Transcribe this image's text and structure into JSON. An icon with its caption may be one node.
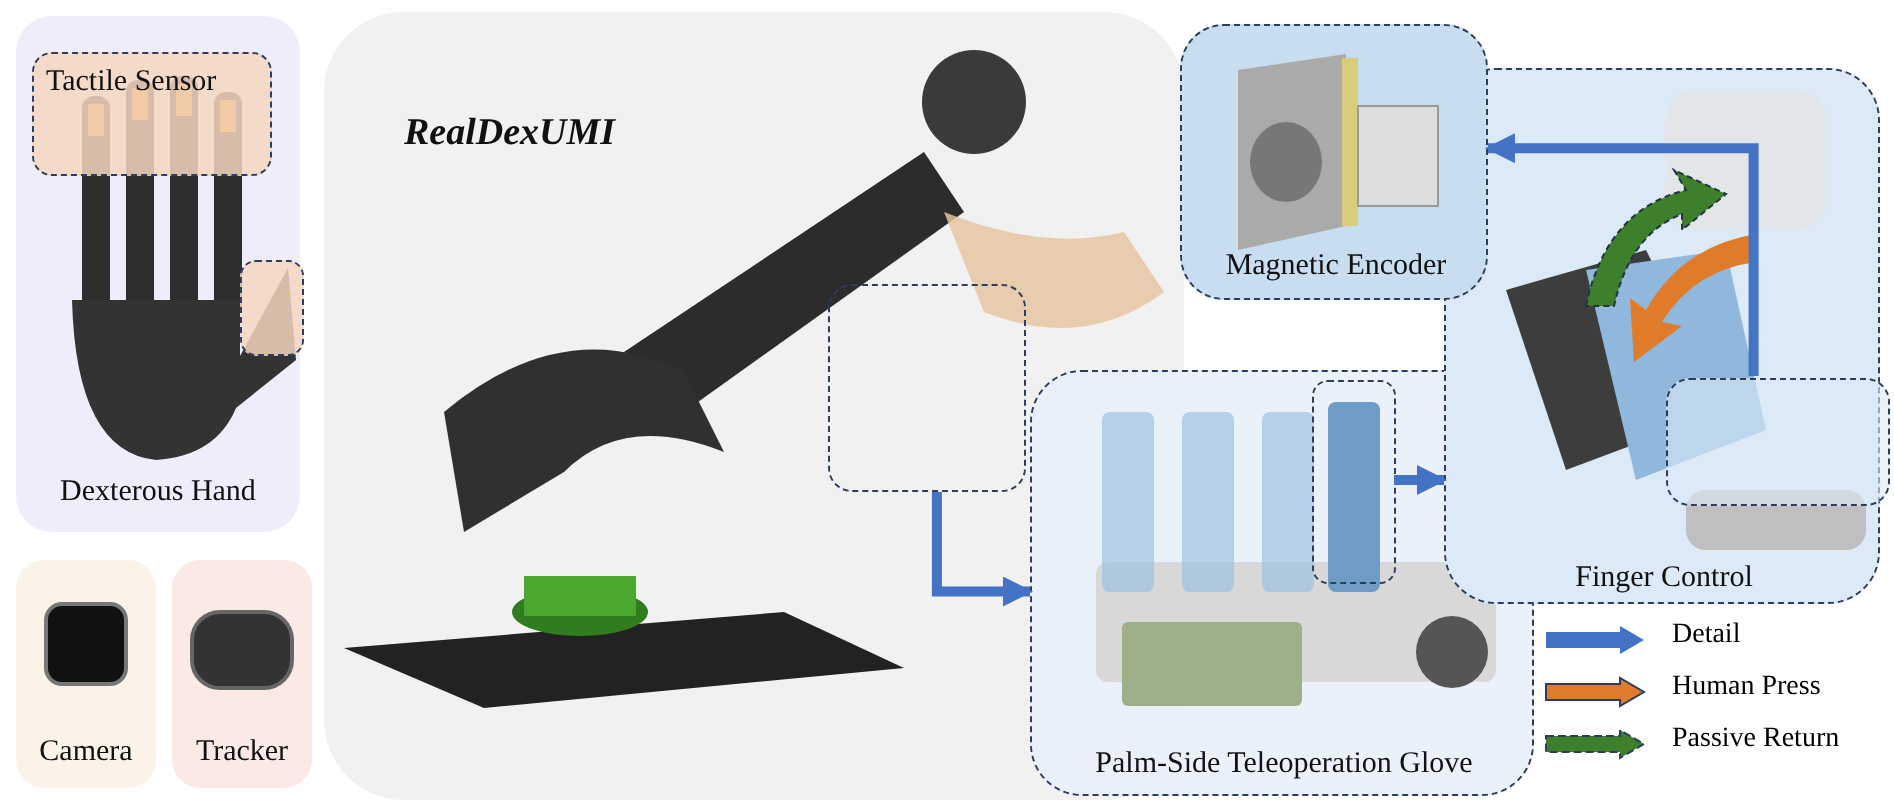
{
  "diagram": {
    "nodes": [
      {
        "text": [
          "Dexterous Hand"
        ]
      },
      {
        "text": [
          "Tactile Sensor"
        ],
        "in": 0
      },
      {
        "text": [],
        "shape": "box",
        "in": 0
      },
      {
        "text": [
          "Camera"
        ]
      },
      {
        "text": [
          "Tracker"
        ]
      },
      {
        "text": [
          "RealDexUMI"
        ]
      },
      {
        "text": [],
        "shape": "box",
        "in": 5
      },
      {
        "text": [
          "Palm-Side Teleoperation Glove"
        ]
      },
      {
        "text": [],
        "shape": "box",
        "in": 7
      },
      {
        "text": [
          "Finger Control"
        ]
      },
      {
        "text": [],
        "shape": "box",
        "in": 9
      },
      {
        "text": [
          "Magnetic Encoder"
        ]
      }
    ],
    "edges": [
      {
        "from": 6,
        "to": 7,
        "arrow": "to"
      },
      {
        "from": 8,
        "to": 9,
        "arrow": "to"
      },
      {
        "from": 10,
        "to": 11,
        "arrow": "to"
      }
    ],
    "legend": [
      {
        "text": "Detail"
      },
      {
        "text": "Human Press"
      },
      {
        "text": "Passive Return"
      }
    ]
  }
}
